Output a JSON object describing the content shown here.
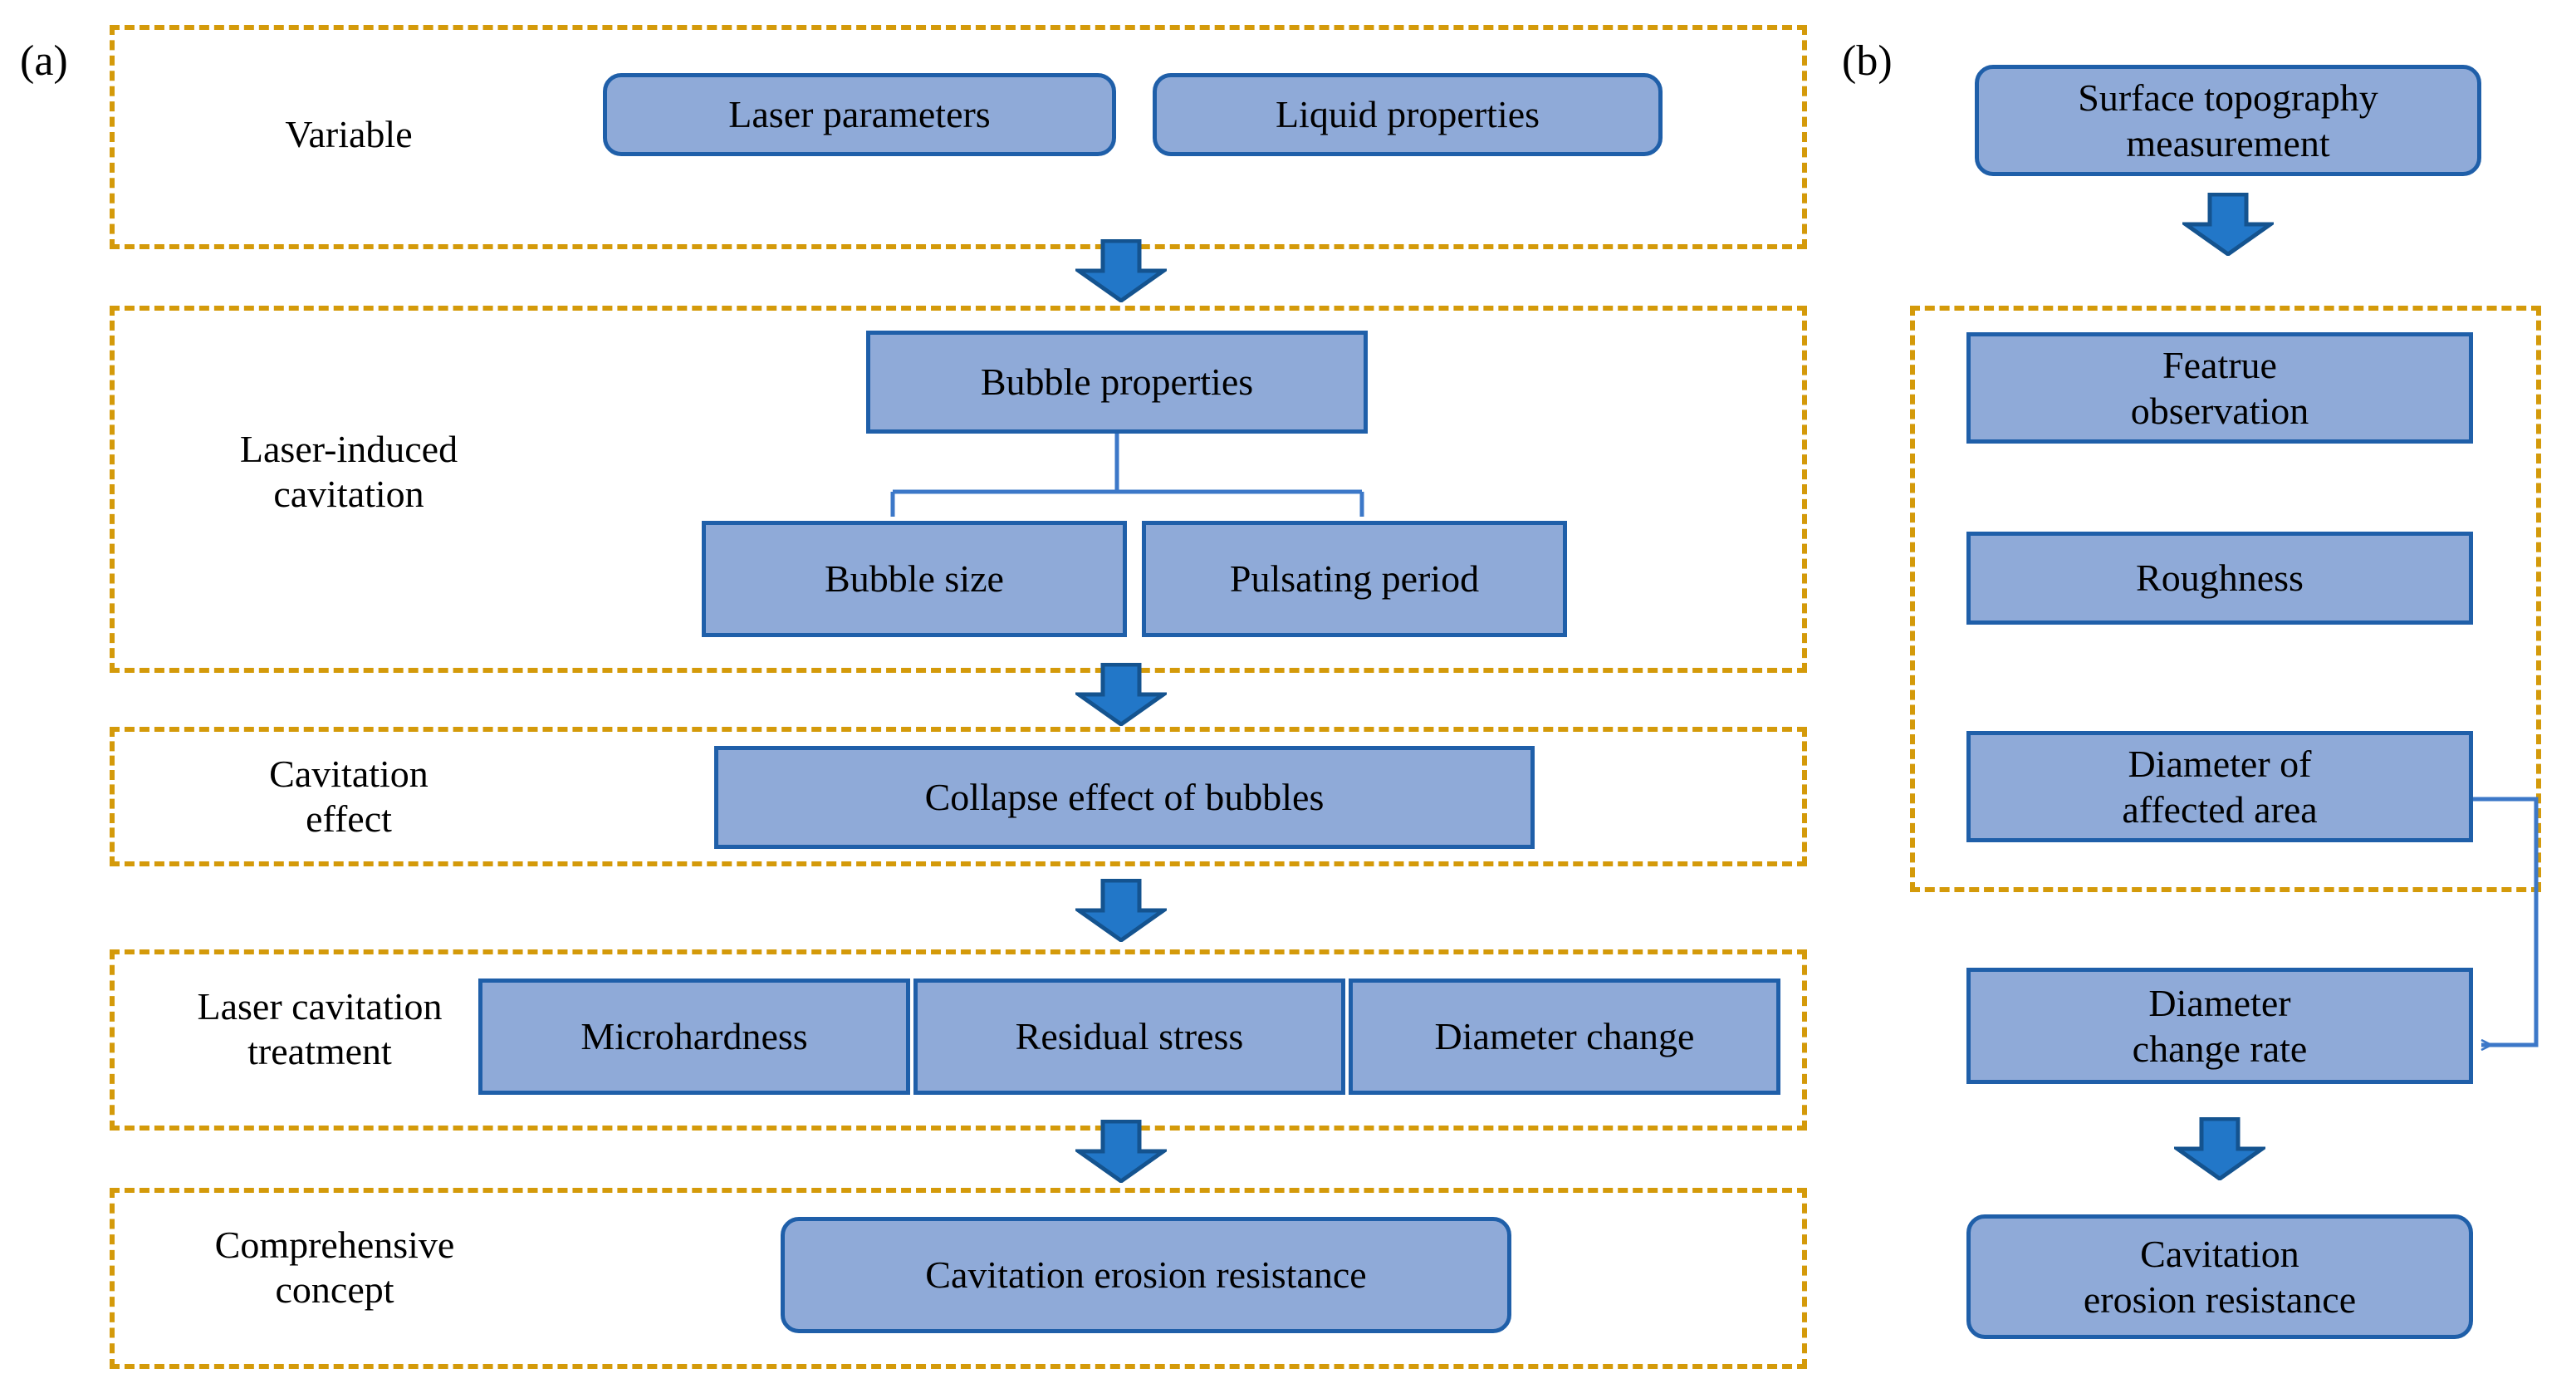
{
  "figure": {
    "panels": [
      {
        "letter": "(a)"
      },
      {
        "letter": "(b)"
      }
    ]
  },
  "panel_a": {
    "letter": "(a)",
    "rows": [
      {
        "label": "Variable",
        "nodes": [
          {
            "text": "Laser parameters",
            "shape": "rounded"
          },
          {
            "text": "Liquid properties",
            "shape": "rounded"
          }
        ]
      },
      {
        "label": "Laser-induced\ncavitation",
        "nodes": [
          {
            "text": "Bubble properties",
            "shape": "rect"
          },
          {
            "text": "Bubble size",
            "shape": "rect"
          },
          {
            "text": "Pulsating period",
            "shape": "rect"
          }
        ]
      },
      {
        "label": "Cavitation\neffect",
        "nodes": [
          {
            "text": "Collapse effect of bubbles",
            "shape": "rect"
          }
        ]
      },
      {
        "label": "Laser cavitation\ntreatment",
        "nodes": [
          {
            "text": "Microhardness",
            "shape": "rect"
          },
          {
            "text": "Residual stress",
            "shape": "rect"
          },
          {
            "text": "Diameter change",
            "shape": "rect"
          }
        ]
      },
      {
        "label": "Comprehensive\nconcept",
        "nodes": [
          {
            "text": "Cavitation erosion resistance",
            "shape": "rounded"
          }
        ]
      }
    ]
  },
  "panel_b": {
    "letter": "(b)",
    "nodes": [
      {
        "text": "Surface topography\nmeasurement",
        "shape": "rounded"
      },
      {
        "text": "Featrue\nobservation",
        "shape": "rect"
      },
      {
        "text": "Roughness",
        "shape": "rect"
      },
      {
        "text": "Diameter of\naffected area",
        "shape": "rect"
      },
      {
        "text": "Diameter\nchange rate",
        "shape": "rect"
      },
      {
        "text": "Cavitation\nerosion resistance",
        "shape": "rounded"
      }
    ]
  },
  "colors": {
    "node_fill": "#8FAAD8",
    "node_border": "#1F5FA9",
    "dashed_group": "#D49A0A",
    "arrow_fill": "#2277C8",
    "arrow_stroke": "#14538F",
    "connector_line": "#3C78C8",
    "text": "#000000",
    "background": "#FFFFFF"
  }
}
